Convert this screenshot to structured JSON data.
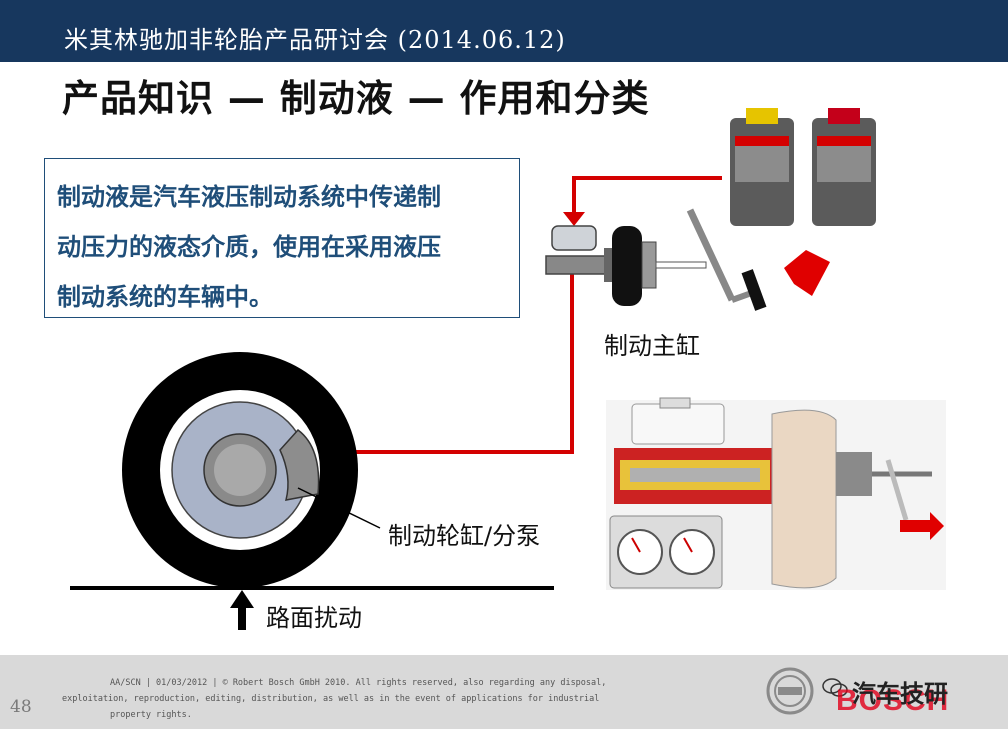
{
  "header": {
    "title": "米其林驰加非轮胎产品研讨会 (2014.06.12)"
  },
  "slide": {
    "heading": "产品知识 — 制动液 — 作用和分类",
    "definition_lines": [
      "制动液是汽车液压制动系统中传递制",
      "动压力的液态介质，使用在采用液压",
      "制动系统的车辆中。"
    ],
    "labels": {
      "master_cylinder": "制动主缸",
      "wheel_cylinder": "制动轮缸/分泵",
      "road_disturbance": "路面扰动"
    }
  },
  "footer": {
    "page_number": "48",
    "legal_line1": "AA/SCN | 01/03/2012 | © Robert Bosch GmbH 2010. All rights reserved, also regarding any disposal,",
    "legal_line2": "exploitation, reproduction, editing, distribution, as well as in the event of applications for industrial",
    "legal_line3": "property rights.",
    "watermark": "汽车技研",
    "brand": "BOSCH"
  },
  "colors": {
    "header_bg": "#17375e",
    "accent_red": "#d40000",
    "text_blue": "#1f4e79"
  }
}
